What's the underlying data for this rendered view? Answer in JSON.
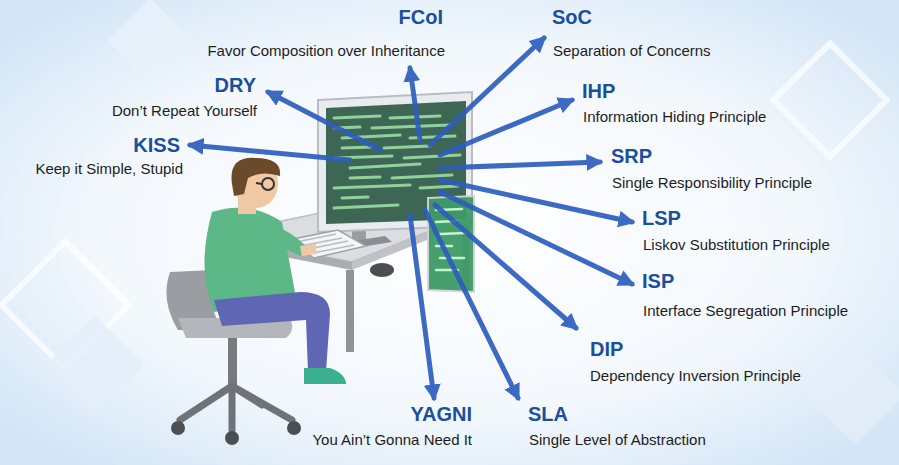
{
  "diagram": {
    "labels": [
      "FCoI",
      "Favor Composition over Inheritance",
      "SoC",
      "Separation of Concerns",
      "DRY",
      "Don’t Repeat Yourself",
      "IHP",
      "Information Hiding Principle",
      "KISS",
      "Keep it Simple, Stupid",
      "SRP",
      "Single Responsibility Principle",
      "LSP",
      "Liskov Substitution Principle",
      "ISP",
      "Interface Segregation Principle",
      "DIP",
      "Dependency Inversion Principle",
      "YAGNI",
      "You Ain’t Gonna Need It",
      "SLA",
      "Single Level of Abstraction"
    ]
  }
}
